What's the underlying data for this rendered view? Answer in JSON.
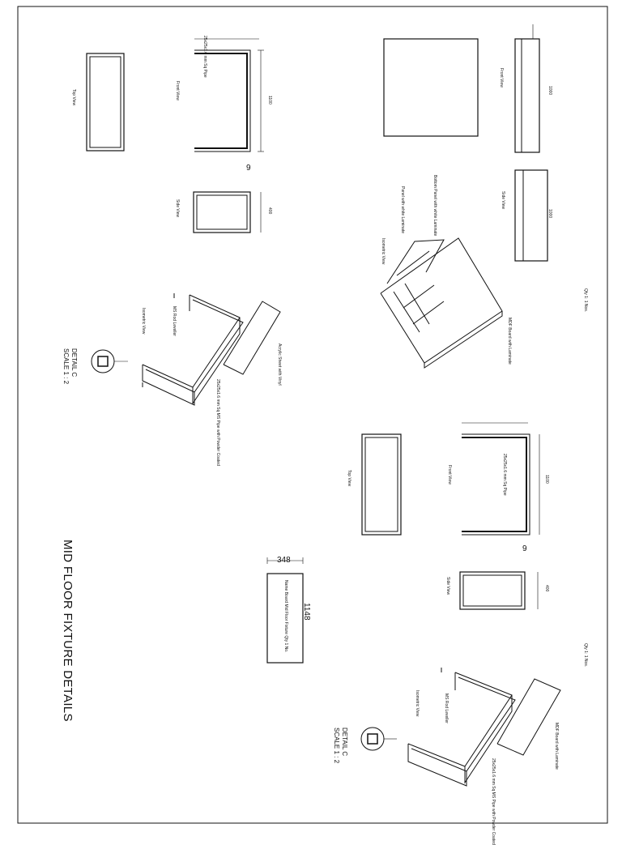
{
  "sheet": {
    "title": "MID FLOOR FIXTURE DETAILS",
    "frame_color": "#111111"
  },
  "labels": {
    "top_view": "Top View",
    "front_view": "Front View",
    "side_view": "Side View",
    "isometric_view": "Isometric View",
    "detail_c": "DETAIL C",
    "scale_1_2": "SCALE 1 : 2",
    "ms_rod_leveller": "MS Rod Leveller",
    "ms_pipe_top": "25x25x1.6 mm Sq MS Pipe with Powder Coated",
    "acrylic_top": "Acrylic Sheet with Vinyl",
    "mdf_top": "MDF Board with Laminate",
    "panel_lam": "Panel with white Laminate",
    "bottom_panel": "Bottom Panel with white Laminate",
    "scale_note": "Qty 1: 1 Nos.",
    "table_note": "Name Board Mid Floor Fixture Qty 1 No.",
    "pipe_note_top": "25x25x1.6 mm Sq Pipe",
    "pipe_note_bottom": "25x25x1.6 mm Sq Pipe"
  },
  "dims": {
    "d1100_a": "1100",
    "d400_a": "400",
    "d9_a": "9",
    "d1100_b": "1100",
    "d400_b": "400",
    "d9_b": "9",
    "d348": "348",
    "d1148": "1148",
    "d1000": "1000",
    "d1000_b": "1000"
  }
}
